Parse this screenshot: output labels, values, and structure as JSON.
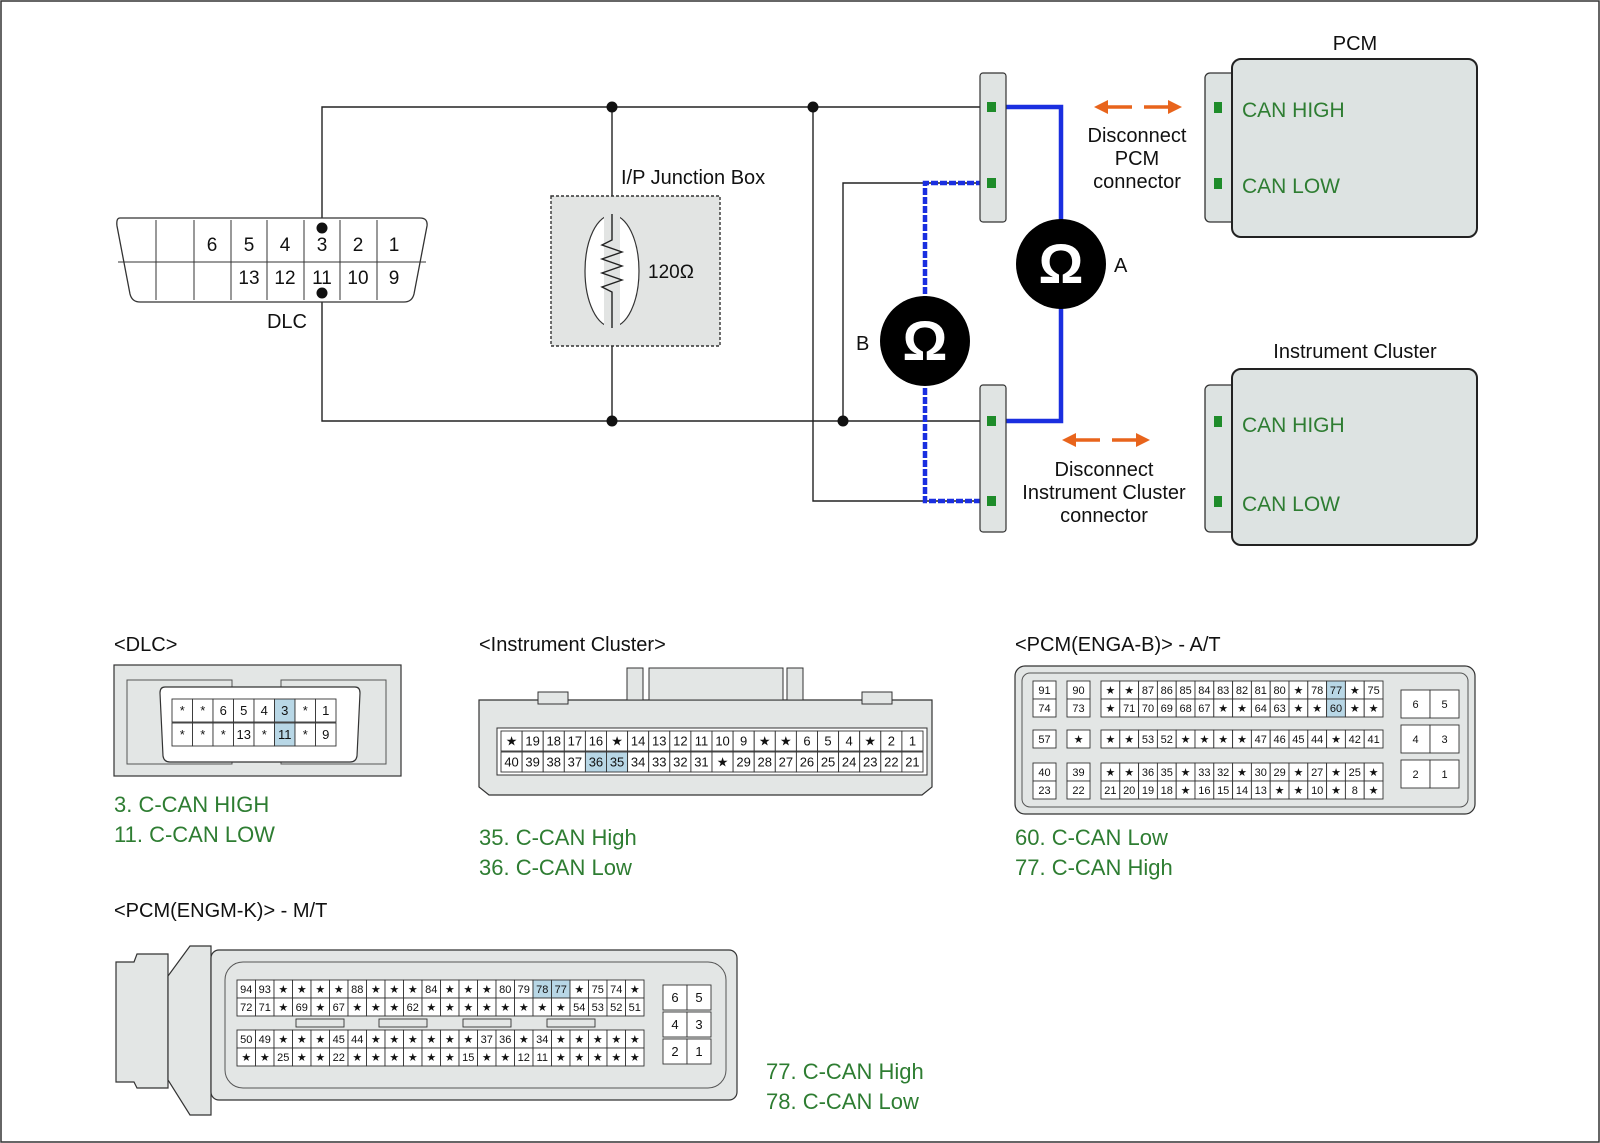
{
  "schematic": {
    "dlc_label": "DLC",
    "dlc_pins_top": [
      "6",
      "5",
      "4",
      "3",
      "2",
      "1"
    ],
    "dlc_pins_bottom": [
      "13",
      "12",
      "11",
      "10",
      "9"
    ],
    "junction_box_label": "I/P Junction Box",
    "resistor_value": "120Ω",
    "pcm_title": "PCM",
    "pcm_pins": [
      "CAN HIGH",
      "CAN LOW"
    ],
    "cluster_title": "Instrument Cluster",
    "cluster_pins": [
      "CAN HIGH",
      "CAN LOW"
    ],
    "meter_symbol": "Ω",
    "meter_a_label": "A",
    "meter_b_label": "B",
    "disconnect_pcm": [
      "Disconnect",
      "PCM",
      "connector"
    ],
    "disconnect_cluster": [
      "Disconnect",
      "Instrument Cluster",
      "connector"
    ]
  },
  "connectors": {
    "dlc": {
      "title": "<DLC>",
      "row1": [
        "*",
        "*",
        "6",
        "5",
        "4",
        "3",
        "*",
        "1"
      ],
      "row2": [
        "*",
        "*",
        "*",
        "13",
        "*",
        "11",
        "*",
        "9"
      ],
      "highlight": [
        "3",
        "11"
      ],
      "notes": [
        "3. C-CAN HIGH",
        "11. C-CAN LOW"
      ]
    },
    "cluster": {
      "title": "<Instrument Cluster>",
      "row1": [
        "★",
        "19",
        "18",
        "17",
        "16",
        "★",
        "14",
        "13",
        "12",
        "11",
        "10",
        "9",
        "★",
        "★",
        "6",
        "5",
        "4",
        "★",
        "2",
        "1"
      ],
      "row2": [
        "40",
        "39",
        "38",
        "37",
        "36",
        "35",
        "34",
        "33",
        "32",
        "31",
        "★",
        "29",
        "28",
        "27",
        "26",
        "25",
        "24",
        "23",
        "22",
        "21"
      ],
      "highlight": [
        "35",
        "36"
      ],
      "notes": [
        "35. C-CAN High",
        "36. C-CAN Low"
      ]
    },
    "pcm_at": {
      "title": "<PCM(ENGA-B)> - A/T",
      "block1": [
        [
          "91",
          "74"
        ],
        [
          "57"
        ],
        [
          "40",
          "23"
        ]
      ],
      "block2": [
        [
          "90",
          "73"
        ],
        [
          "★"
        ],
        [
          "39",
          "22"
        ]
      ],
      "row1": [
        "★",
        "★",
        "87",
        "86",
        "85",
        "84",
        "83",
        "82",
        "81",
        "80",
        "★",
        "78",
        "77",
        "★",
        "75"
      ],
      "row2": [
        "★",
        "71",
        "70",
        "69",
        "68",
        "67",
        "★",
        "★",
        "64",
        "63",
        "★",
        "★",
        "60",
        "★",
        "★"
      ],
      "row3": [
        "★",
        "★",
        "53",
        "52",
        "★",
        "★",
        "★",
        "★",
        "47",
        "46",
        "45",
        "44",
        "★",
        "42",
        "41"
      ],
      "row4": [
        "★",
        "★",
        "36",
        "35",
        "★",
        "33",
        "32",
        "★",
        "30",
        "29",
        "★",
        "27",
        "★",
        "25",
        "★"
      ],
      "row5": [
        "21",
        "20",
        "19",
        "18",
        "★",
        "16",
        "15",
        "14",
        "13",
        "★",
        "★",
        "10",
        "★",
        "8",
        "★"
      ],
      "small": [
        [
          "6",
          "5"
        ],
        [
          "4",
          "3"
        ],
        [
          "2",
          "1"
        ]
      ],
      "highlight": [
        "60",
        "77"
      ],
      "notes": [
        "60. C-CAN Low",
        "77. C-CAN High"
      ]
    },
    "pcm_mt": {
      "title": "<PCM(ENGM-K)> - M/T",
      "row1": [
        "94",
        "93",
        "★",
        "★",
        "★",
        "★",
        "88",
        "★",
        "★",
        "★",
        "84",
        "★",
        "★",
        "★",
        "80",
        "79",
        "78",
        "77",
        "★",
        "75",
        "74",
        "★"
      ],
      "row2": [
        "72",
        "71",
        "★",
        "69",
        "★",
        "67",
        "★",
        "★",
        "★",
        "62",
        "★",
        "★",
        "★",
        "★",
        "★",
        "★",
        "★",
        "★",
        "54",
        "53",
        "52",
        "51"
      ],
      "row3": [
        "50",
        "49",
        "★",
        "★",
        "★",
        "45",
        "44",
        "★",
        "★",
        "★",
        "★",
        "★",
        "★",
        "37",
        "36",
        "★",
        "34",
        "★",
        "★",
        "★",
        "★",
        "★"
      ],
      "row4": [
        "★",
        "★",
        "25",
        "★",
        "★",
        "22",
        "★",
        "★",
        "★",
        "★",
        "★",
        "★",
        "15",
        "★",
        "★",
        "12",
        "11",
        "★",
        "★",
        "★",
        "★",
        "★"
      ],
      "small": [
        [
          "6",
          "5"
        ],
        [
          "4",
          "3"
        ],
        [
          "2",
          "1"
        ]
      ],
      "highlight": [
        "77",
        "78"
      ],
      "notes": [
        "77. C-CAN High",
        "78. C-CAN Low"
      ]
    }
  },
  "colors": {
    "wire_blue": "#1a2fe0",
    "arrow_orange": "#e8641c",
    "note_green": "#2e7d32",
    "pin_green": "#1e8c2a",
    "module_fill": "#dde3e2",
    "highlight_fill": "#b8d7e6"
  }
}
